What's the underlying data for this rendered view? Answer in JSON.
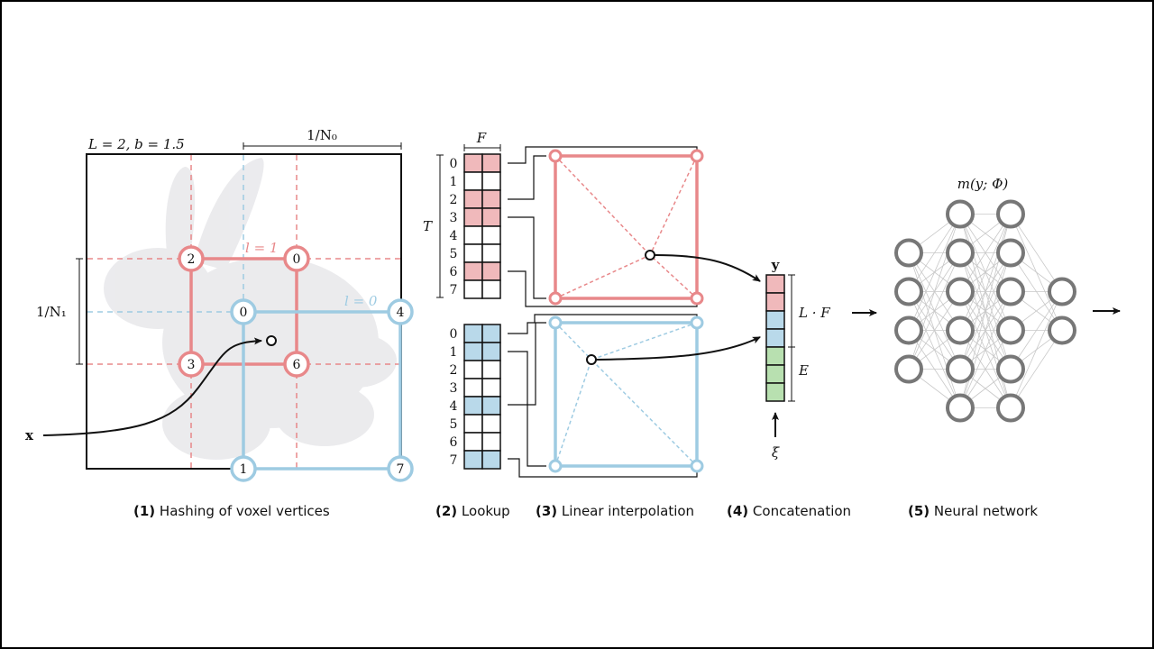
{
  "colors": {
    "level1": "#e8888a",
    "level1_fill": "#f0b9bb",
    "level0": "#9ecbe2",
    "level0_fill": "#b9d9ea",
    "encoding_fill": "#b8e0b0",
    "network": "#777777",
    "ink": "#111111"
  },
  "panel1": {
    "params_label": "L = 2,  b = 1.5",
    "res0_label": "1/N₀",
    "res1_label": "1/N₁",
    "level1_label": "l = 1",
    "level0_label": "l = 0",
    "input_label": "x",
    "level1_vertices": [
      "2",
      "0",
      "3",
      "6"
    ],
    "level0_vertices": [
      "0",
      "4",
      "1",
      "7"
    ]
  },
  "panel2": {
    "feature_dim_label": "F",
    "table_size_label": "T",
    "table_level1": {
      "indices": [
        "0",
        "1",
        "2",
        "3",
        "4",
        "5",
        "6",
        "7"
      ],
      "filled": [
        true,
        false,
        true,
        true,
        false,
        false,
        true,
        false
      ]
    },
    "table_level0": {
      "indices": [
        "0",
        "1",
        "2",
        "3",
        "4",
        "5",
        "6",
        "7"
      ],
      "filled": [
        true,
        true,
        false,
        false,
        true,
        false,
        false,
        true
      ]
    }
  },
  "panel4": {
    "vector_label": "y",
    "grid_features_label": "L · F",
    "aux_label": "E",
    "aux_input_label": "ξ",
    "cells": [
      "level1",
      "level1",
      "level0",
      "level0",
      "enc",
      "enc",
      "enc"
    ]
  },
  "panel5": {
    "network_label": "m(y; Φ)",
    "layers": [
      4,
      6,
      6,
      2
    ]
  },
  "captions": [
    {
      "num": "(1)",
      "text": " Hashing of voxel vertices"
    },
    {
      "num": "(2)",
      "text": " Lookup"
    },
    {
      "num": "(3)",
      "text": " Linear interpolation"
    },
    {
      "num": "(4)",
      "text": " Concatenation"
    },
    {
      "num": "(5)",
      "text": " Neural network"
    }
  ]
}
